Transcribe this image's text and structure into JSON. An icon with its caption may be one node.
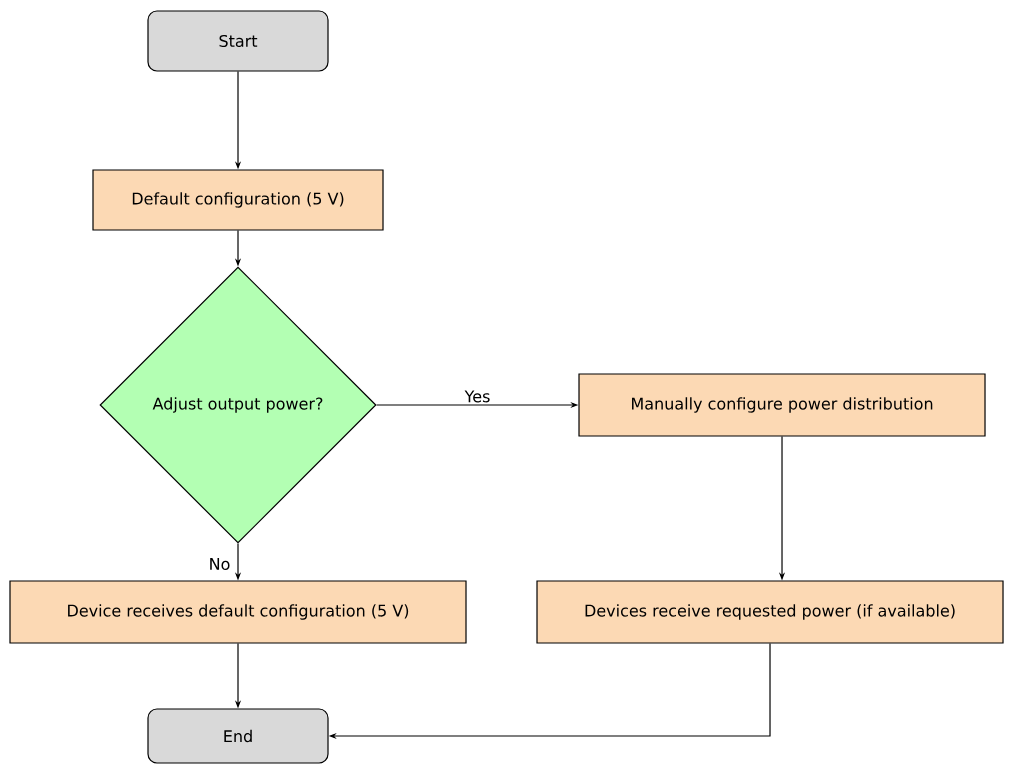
{
  "diagram": {
    "nodes": [
      {
        "text": [
          "Start"
        ]
      },
      {
        "text": [
          "Default configuration (5 V)"
        ]
      },
      {
        "text": [
          "Adjust output power?"
        ]
      },
      {
        "text": [
          "Manually configure power distribution"
        ]
      },
      {
        "text": [
          "Device receives default configuration (5 V)"
        ]
      },
      {
        "text": [
          "Devices receive requested power (if available)"
        ]
      },
      {
        "text": [
          "End"
        ]
      }
    ],
    "edges": [
      {
        "from": 0,
        "to": 1,
        "arrow": "to"
      },
      {
        "from": 1,
        "to": 2,
        "arrow": "to"
      },
      {
        "from": 2,
        "to": 3,
        "arrow": "to",
        "label": "Yes"
      },
      {
        "from": 2,
        "to": 4,
        "arrow": "to",
        "label": "No"
      },
      {
        "from": 3,
        "to": 5,
        "arrow": "to"
      },
      {
        "from": 4,
        "to": 6,
        "arrow": "to"
      },
      {
        "from": 5,
        "to": 6,
        "arrow": "to"
      }
    ]
  }
}
